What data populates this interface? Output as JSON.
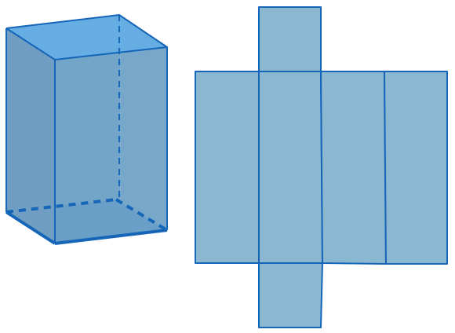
{
  "colors": {
    "background": "#ffffff",
    "edge": "#1565b8",
    "prism_front": "#6b9fc4",
    "prism_side": "#6f9ec2",
    "prism_top": "#66ade3",
    "prism_bottom": "#5aa3dc",
    "net_face": "#8ab8d0"
  },
  "figures": [
    {
      "id": "rectangular-prism",
      "kind": "3d-solid"
    },
    {
      "id": "prism-net",
      "kind": "unfolded-net",
      "faces": 6
    }
  ]
}
